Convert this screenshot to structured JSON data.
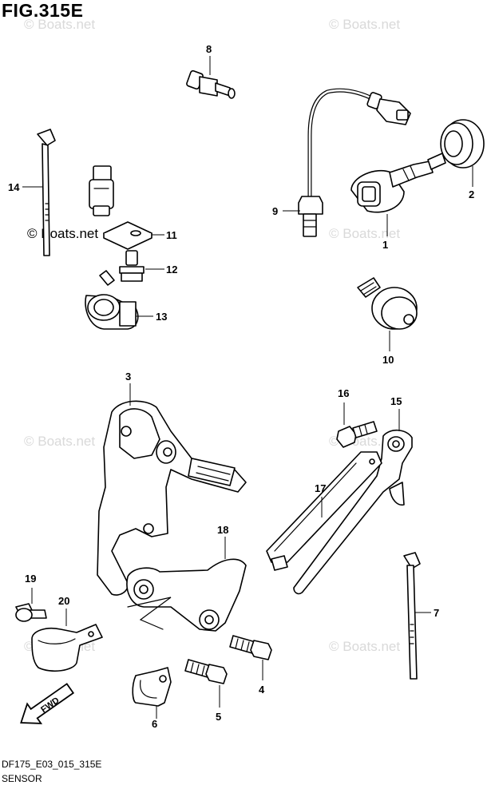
{
  "figure": {
    "title": "FIG.315E",
    "code": "DF175_E03_015_315E",
    "name": "SENSOR"
  },
  "watermarks": {
    "faded": "© Boats.net",
    "dark": "© Boats.net"
  },
  "fwd_label": "FWD",
  "callouts": {
    "c1": "1",
    "c2": "2",
    "c3": "3",
    "c4": "4",
    "c5": "5",
    "c6": "6",
    "c7": "7",
    "c8": "8",
    "c9": "9",
    "c10": "10",
    "c11": "11",
    "c12": "12",
    "c13": "13",
    "c14": "14",
    "c15": "15",
    "c16": "16",
    "c17": "17",
    "c18": "18",
    "c19": "19",
    "c20": "20"
  }
}
